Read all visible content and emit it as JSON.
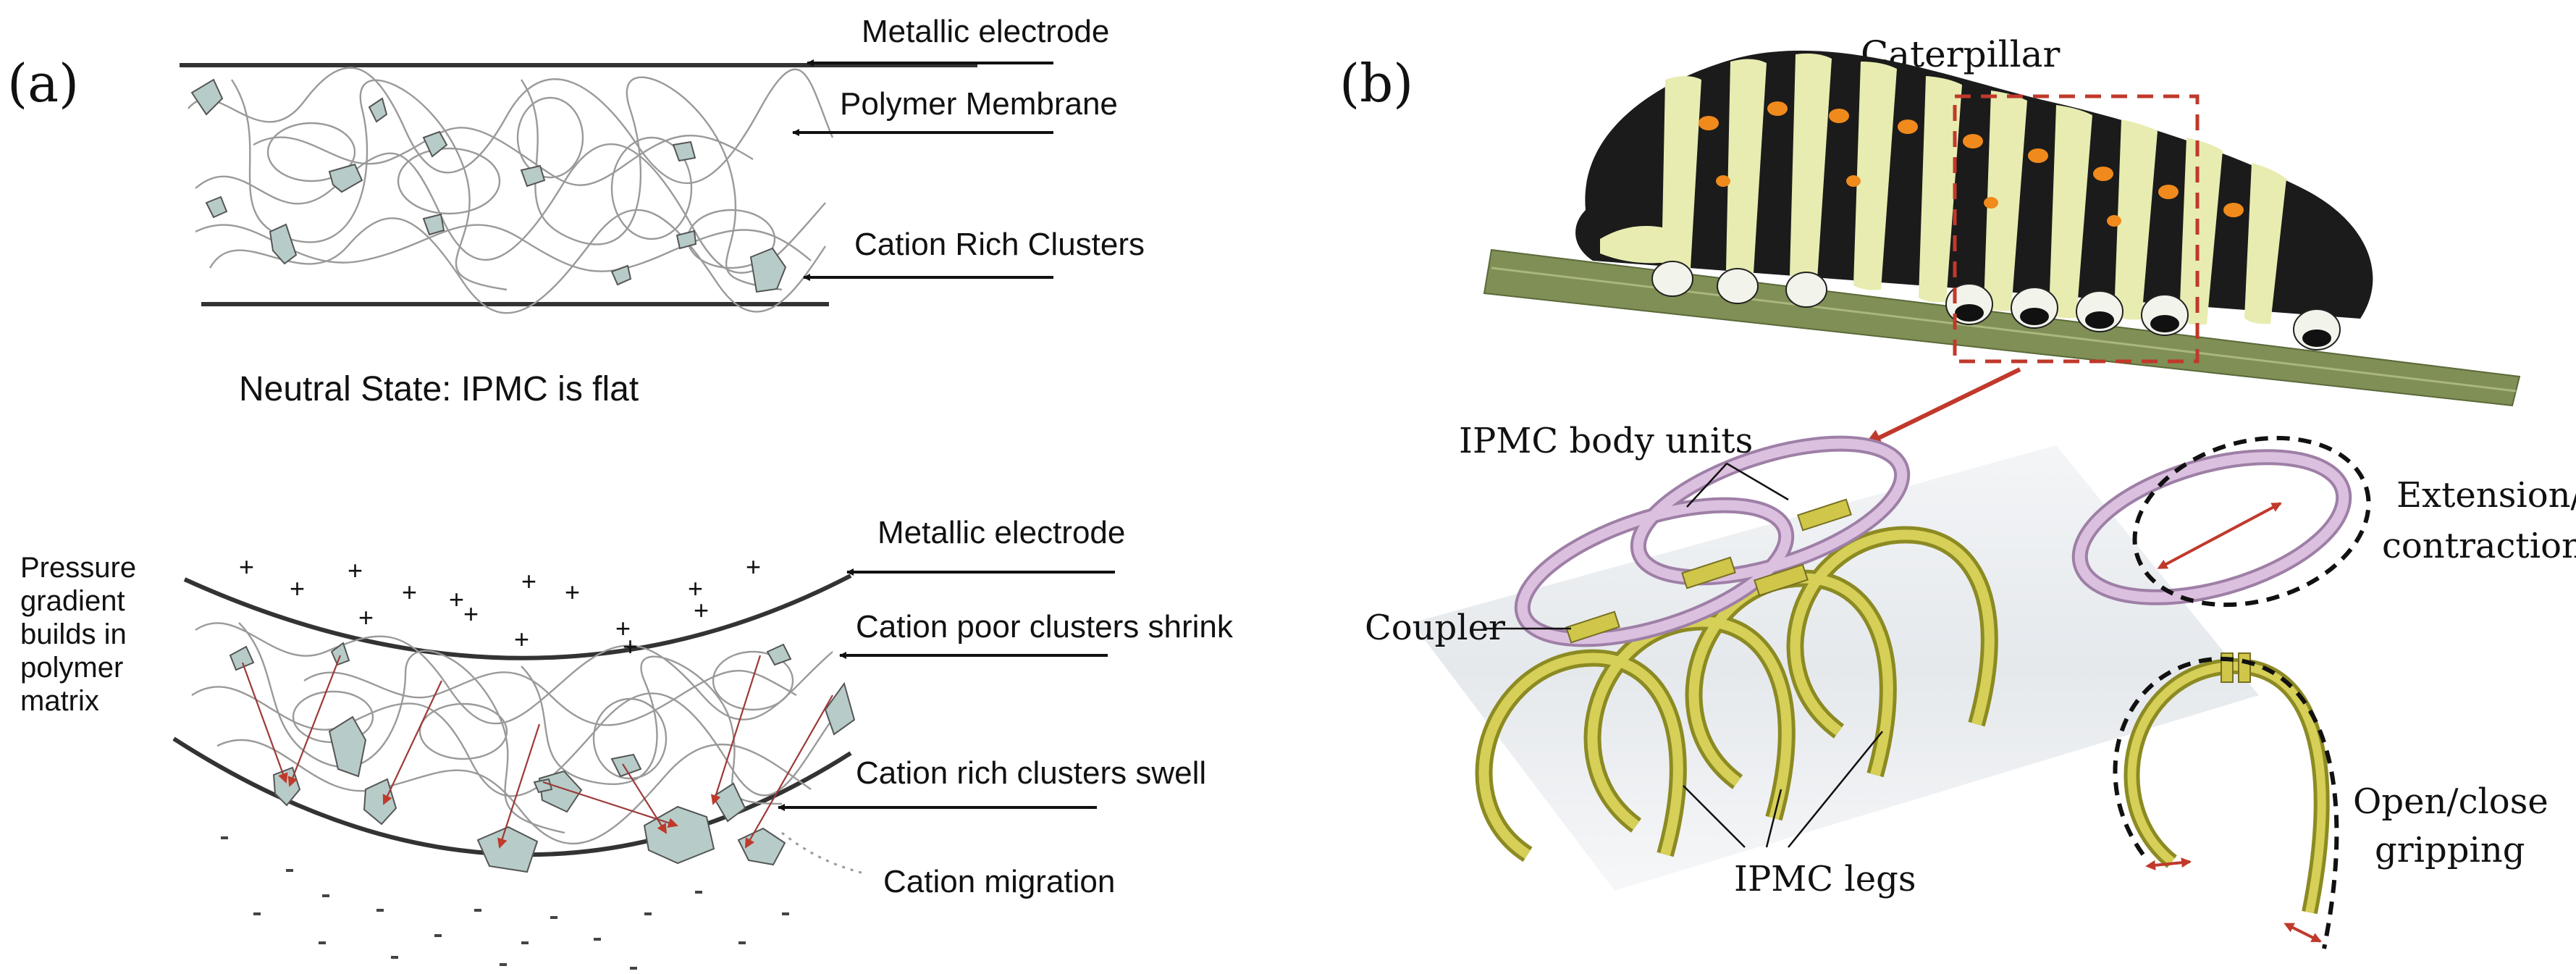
{
  "panel_a": {
    "tag": "(a)",
    "neutral": {
      "label_electrode": "Metallic electrode",
      "label_membrane": "Polymer Membrane",
      "label_clusters": "Cation Rich Clusters",
      "caption": "Neutral State: IPMC is flat"
    },
    "bent": {
      "label_electrode": "Metallic electrode",
      "label_poor": "Cation poor clusters shrink",
      "label_rich": "Cation rich clusters swell",
      "label_migration": "Cation migration",
      "side_note": [
        "Pressure",
        "gradient",
        "builds in",
        "polymer",
        "matrix"
      ]
    }
  },
  "panel_b": {
    "tag": "(b)",
    "label_caterpillar": "Caterpillar",
    "label_body_units": "IPMC body units",
    "label_coupler": "Coupler",
    "label_legs": "IPMC legs",
    "label_extension": [
      "Extension/",
      "contraction"
    ],
    "label_gripping": [
      "Open/close",
      "gripping"
    ]
  },
  "colors": {
    "ipmc_body": "#d8b8dc",
    "ipmc_leg": "#cfc64a",
    "cluster_fill": "#b7ccc8",
    "highlight_box": "#c0392b",
    "arrow_red": "#c0392b",
    "stem": "#7f8f55"
  }
}
